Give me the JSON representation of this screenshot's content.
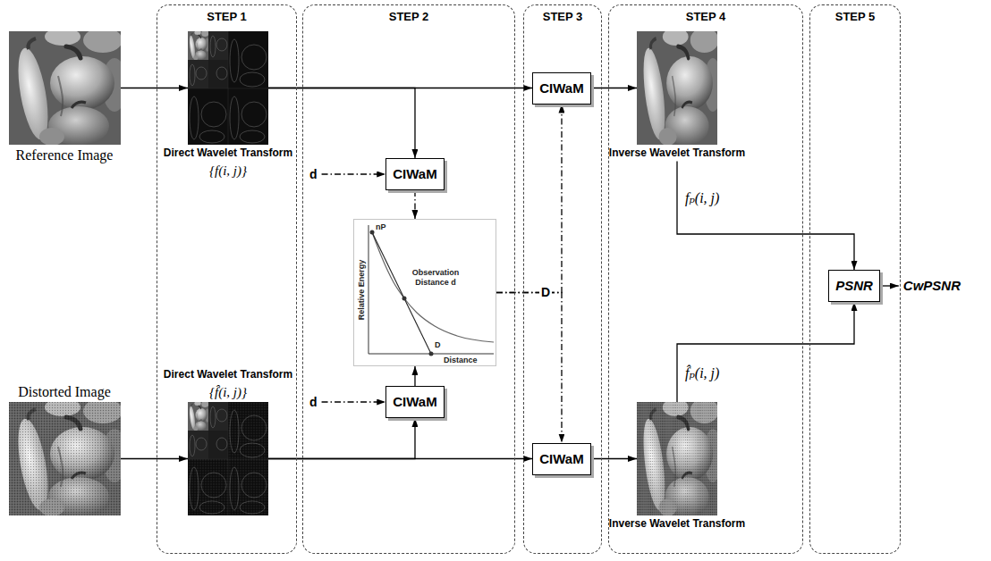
{
  "diagram": {
    "nodes": [
      {
        "text": [
          "Reference Image"
        ]
      },
      {
        "text": [
          "Distorted Image"
        ]
      },
      {
        "text": [
          "STEP 1"
        ]
      },
      {
        "text": [
          "Direct Wavelet Transform",
          "{f(i, j)}"
        ],
        "in": 2
      },
      {
        "text": [
          "Direct Wavelet Transform",
          "{f̂(i, j)}"
        ],
        "in": 2
      },
      {
        "text": [
          "STEP 2"
        ]
      },
      {
        "text": [
          "CIWaM"
        ],
        "in": 5
      },
      {
        "text": [
          "nP",
          "Relative Energy",
          "Observation Distance d",
          "D",
          "Distance"
        ],
        "in": 5
      },
      {
        "text": [
          "CIWaM"
        ],
        "in": 5
      },
      {
        "text": [
          "STEP 3"
        ]
      },
      {
        "text": [
          "CIWaM"
        ],
        "in": 9
      },
      {
        "text": [
          "CIWaM"
        ],
        "in": 9
      },
      {
        "text": [
          "STEP 4"
        ]
      },
      {
        "text": [
          "Inverse Wavelet Transform"
        ],
        "in": 12
      },
      {
        "text": [
          "Inverse Wavelet Transform"
        ],
        "in": 12
      },
      {
        "text": [
          "STEP 5"
        ]
      },
      {
        "text": [
          "PSNR"
        ],
        "in": 15
      }
    ],
    "edges": [
      {
        "from": 0,
        "to": 3,
        "arrow": "to"
      },
      {
        "from": 1,
        "to": 4,
        "arrow": "to"
      },
      {
        "from": 3,
        "to": 6,
        "arrow": "to"
      },
      {
        "from": 3,
        "to": 10,
        "arrow": "to"
      },
      {
        "from": 4,
        "to": 8,
        "arrow": "to"
      },
      {
        "from": 4,
        "to": 11,
        "arrow": "to"
      },
      {
        "from": 6,
        "to": 7,
        "arrow": "to"
      },
      {
        "from": 8,
        "to": 7,
        "arrow": "to"
      },
      {
        "from": 7,
        "to": 10,
        "arrow": "to",
        "label": "D"
      },
      {
        "from": 7,
        "to": 11,
        "arrow": "to"
      },
      {
        "from": 10,
        "to": 13,
        "arrow": "to"
      },
      {
        "from": 11,
        "to": 14,
        "arrow": "to"
      },
      {
        "from": 13,
        "to": 16,
        "arrow": "to",
        "label": "fₚ(i, j)"
      },
      {
        "from": 14,
        "to": 16,
        "arrow": "to",
        "label": "f̂ₚ(i, j)"
      }
    ],
    "labels": [
      "d",
      "d",
      "CwPSNR"
    ]
  }
}
